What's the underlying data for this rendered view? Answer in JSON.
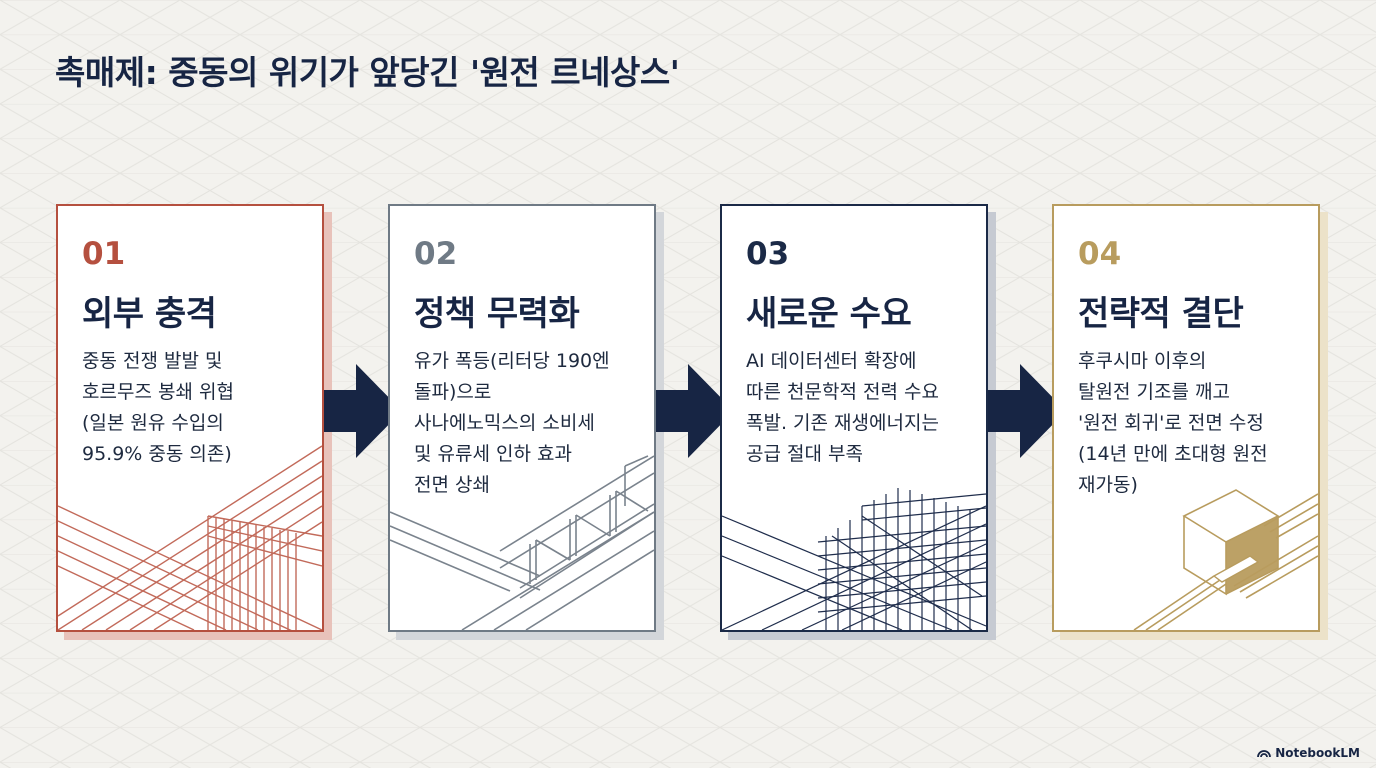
{
  "title": "촉매제: 중동의 위기가 앞당긴 '원전 르네상스'",
  "brand": "NotebookLM",
  "colors": {
    "background": "#f3f2ee",
    "navy": "#172544",
    "card1": "#b5503f",
    "card2": "#6f7a85",
    "card3": "#1b2a47",
    "card4": "#b89c5e"
  },
  "cards": [
    {
      "number": "01",
      "heading": "외부 충격",
      "lines": [
        "중동 전쟁 발발 및",
        "호르무즈 봉쇄 위협",
        "(일본 원유 수입의",
        "95.9% 중동 의존)"
      ]
    },
    {
      "number": "02",
      "heading": "정책 무력화",
      "lines": [
        "유가 폭등(리터당 190엔",
        "돌파)으로",
        "사나에노믹스의 소비세",
        "및 유류세 인하 효과",
        "전면 상쇄"
      ]
    },
    {
      "number": "03",
      "heading": "새로운 수요",
      "lines": [
        "AI 데이터센터 확장에",
        "따른 천문학적 전력 수요",
        "폭발. 기존 재생에너지는",
        "공급 절대 부족"
      ]
    },
    {
      "number": "04",
      "heading": "전략적 결단",
      "lines": [
        "후쿠시마 이후의",
        "탈원전 기조를 깨고",
        "'원전 회귀'로 전면 수정",
        "(14년 만에 초대형 원전",
        "재가동)"
      ]
    }
  ]
}
